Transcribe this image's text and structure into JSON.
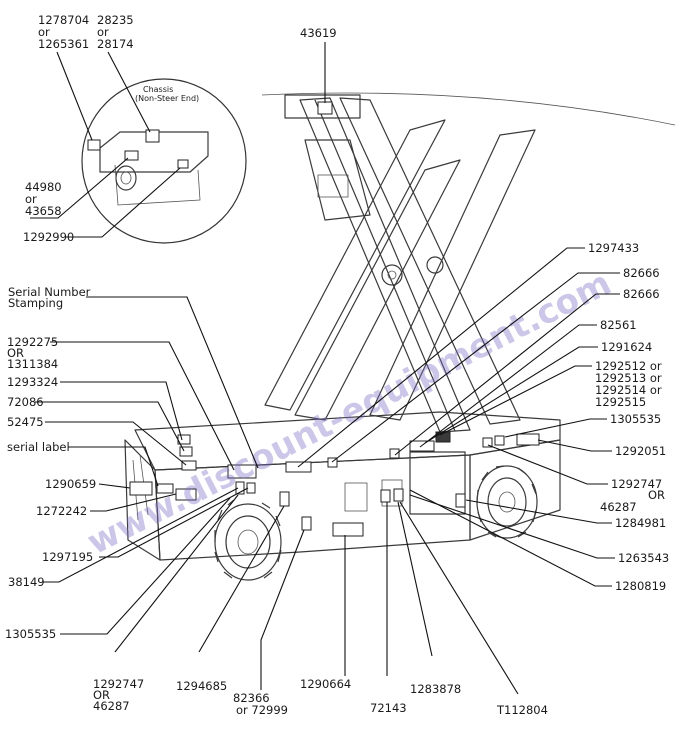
{
  "diagram": {
    "inset_title": "Chassis",
    "inset_subtitle": "(Non-Steer End)",
    "watermark": "www.discount-equipment.com",
    "labels": {
      "l1278704": [
        "1278704",
        "or",
        "1265361"
      ],
      "l28235": [
        "28235",
        "or",
        "28174"
      ],
      "l43619": "43619",
      "l44980": [
        "44980",
        "or",
        "43658"
      ],
      "l1292990": "1292990",
      "l1297433": "1297433",
      "l82666a": "82666",
      "l82666b": "82666",
      "l82561": "82561",
      "l1291624": "1291624",
      "l1292512": [
        "1292512  or",
        "1292513  or",
        "1292514  or",
        "1292515"
      ],
      "l1305535r": "1305535",
      "l1292051": "1292051",
      "l1292747r": "1292747",
      "lOR": "OR",
      "l46287r": "46287",
      "l1284981": "1284981",
      "l1263543": "1263543",
      "l1280819": "1280819",
      "lSerial": [
        "Serial Number",
        "Stamping"
      ],
      "l1292275": [
        "1292275",
        "OR",
        "1311384"
      ],
      "l1293324": "1293324",
      "l72086": "72086",
      "l52475": "52475",
      "lSerialLabel": "serial label",
      "l1290659": "1290659",
      "l1272242": "1272242",
      "l1297195": "1297195",
      "l38149": "38149",
      "l1305535l": "1305535",
      "l1292747b": [
        "1292747",
        "OR",
        "46287"
      ],
      "l1294685": "1294685",
      "l82366": [
        "82366",
        "or 72999"
      ],
      "l1290664": "1290664",
      "l72143": "72143",
      "l1283878": "1283878",
      "lT112804": "T112804"
    }
  }
}
